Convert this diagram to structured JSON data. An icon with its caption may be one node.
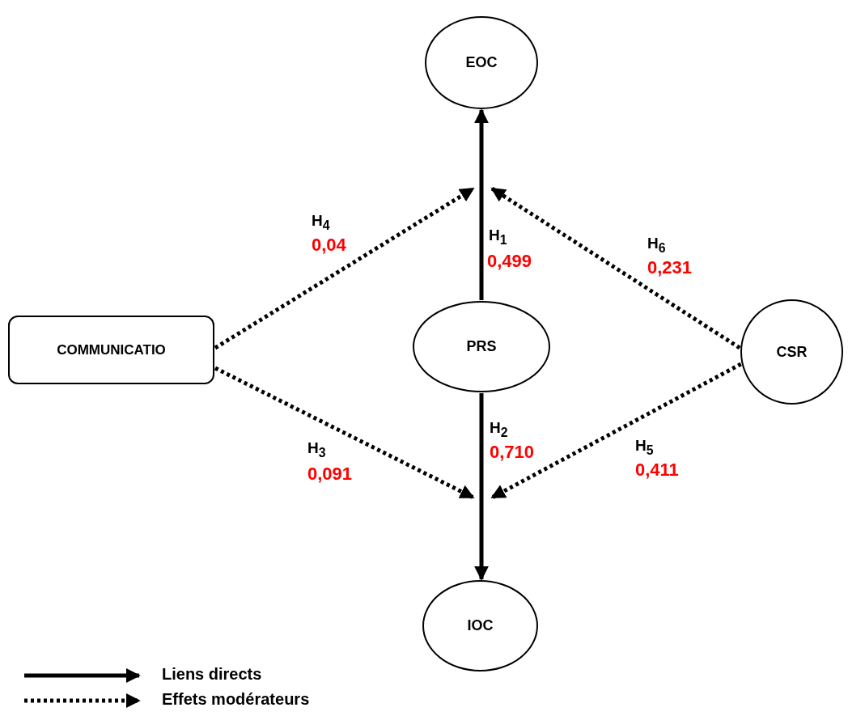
{
  "diagram": {
    "nodes": [
      {
        "text": [
          "EOC"
        ]
      },
      {
        "text": [
          "COMMUNICATIO"
        ]
      },
      {
        "text": [
          "PRS"
        ]
      },
      {
        "text": [
          "CSR"
        ]
      },
      {
        "text": [
          "IOC"
        ]
      }
    ],
    "edges": [
      {
        "from": 2,
        "to": 0,
        "arrow": "to",
        "label": "H$_{1}$"
      },
      {
        "from": 2,
        "to": 4,
        "arrow": "to",
        "label": "H$_{2}$"
      },
      {
        "from": 1,
        "to": null,
        "arrow": "to",
        "label": "H$_{4}$",
        "style": "dashed"
      },
      {
        "from": 1,
        "to": null,
        "arrow": "to",
        "label": "H$_{3}$",
        "style": "dashed"
      },
      {
        "from": 3,
        "to": null,
        "arrow": "to",
        "label": "H$_{6}$",
        "style": "dashed"
      },
      {
        "from": 3,
        "to": null,
        "arrow": "to",
        "label": "H$_{5}$",
        "style": "dashed"
      }
    ],
    "labels": [
      "0,04",
      "0,499",
      "0,231",
      "0,091",
      "0,710",
      "0,411"
    ],
    "legend": [
      {
        "text": "Liens directs"
      },
      {
        "text": "Effets modérateurs"
      }
    ]
  }
}
